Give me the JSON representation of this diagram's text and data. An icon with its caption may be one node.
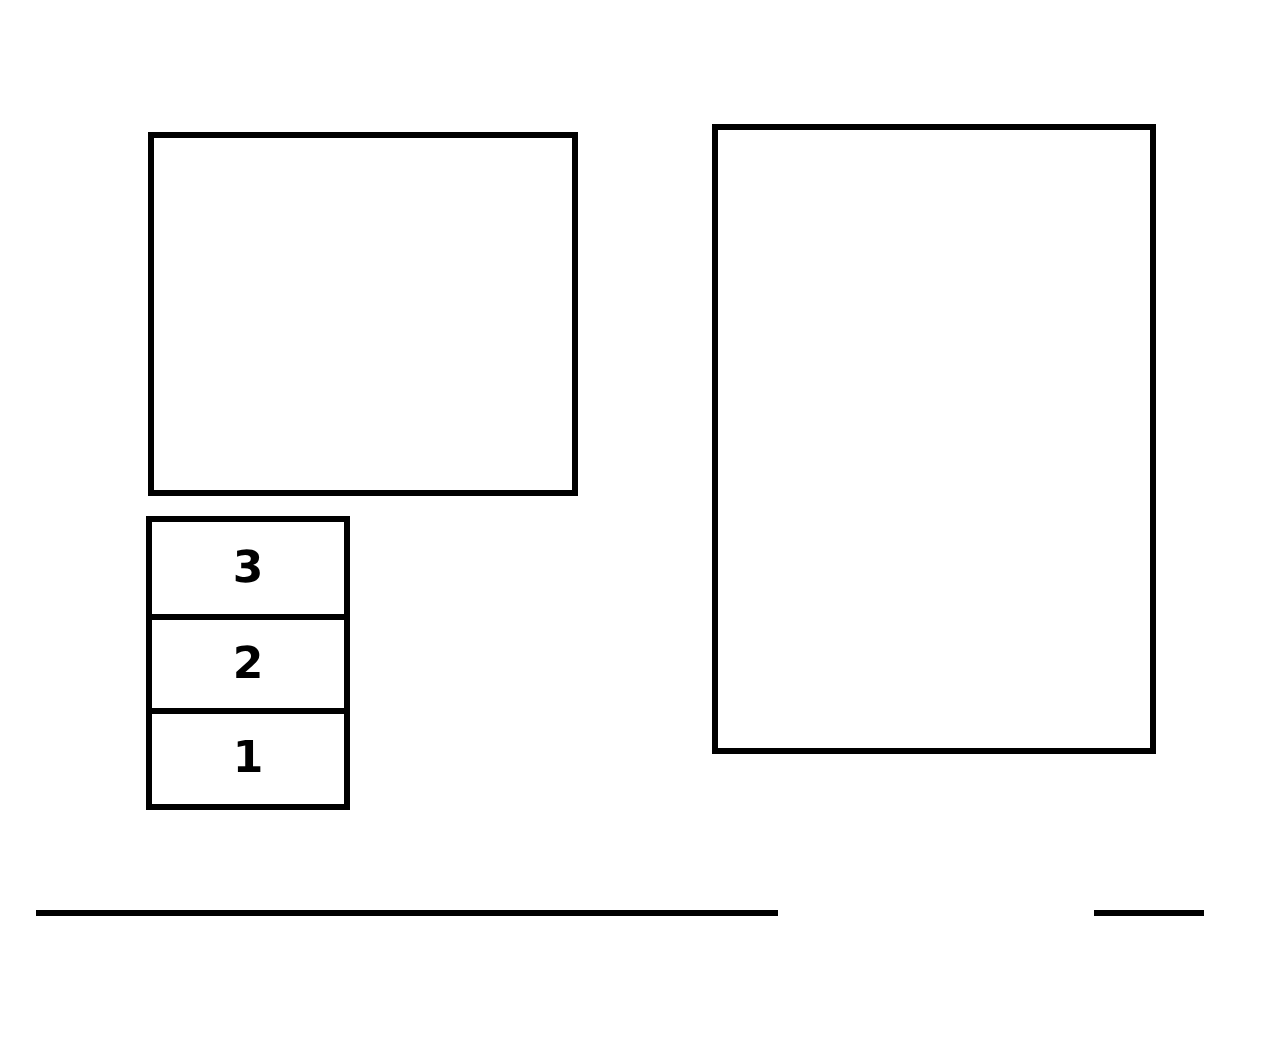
{
  "diagram": {
    "nodes": [
      {
        "text": [],
        "shape": "box"
      },
      {
        "text": [
          "3"
        ]
      },
      {
        "text": [
          "2"
        ]
      },
      {
        "text": [
          "1"
        ]
      },
      {
        "text": [],
        "shape": "box"
      }
    ]
  }
}
